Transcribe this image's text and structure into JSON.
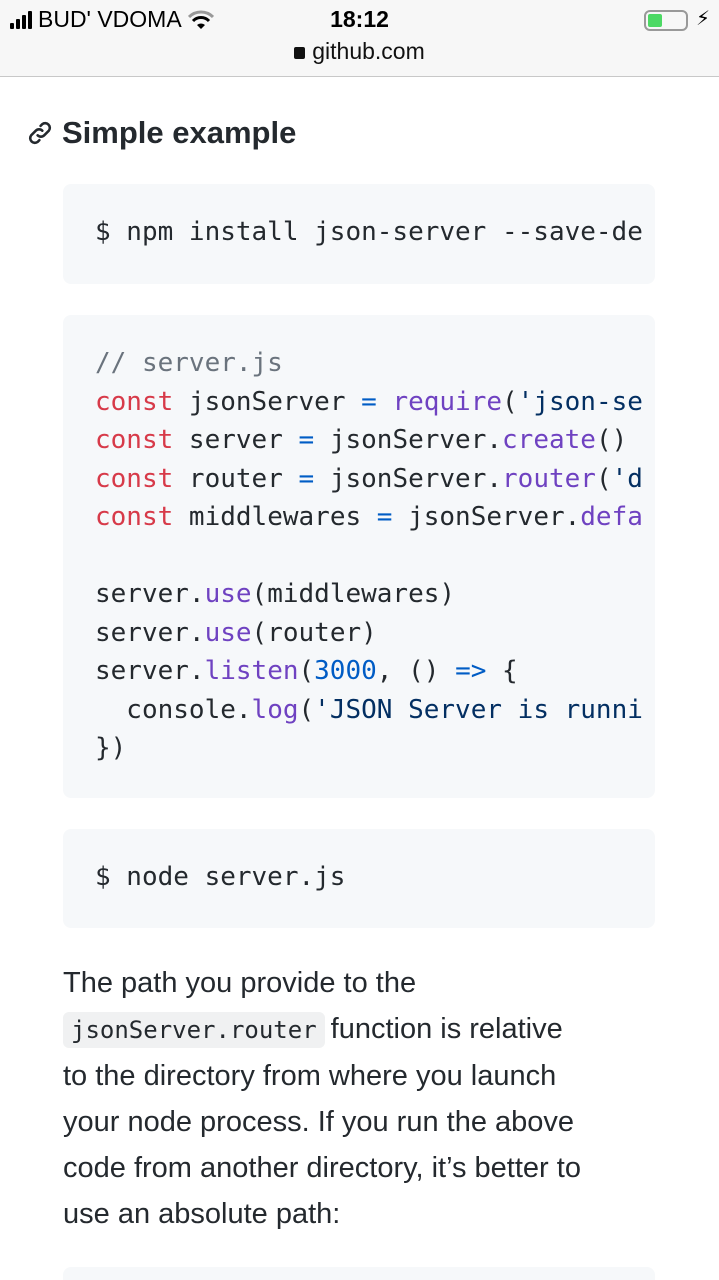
{
  "status_bar": {
    "carrier": "BUD' VDOMA",
    "time": "18:12",
    "url": "github.com",
    "colors": {
      "battery": "#4cd964"
    }
  },
  "heading": {
    "icon": "link-icon",
    "title": "Simple example"
  },
  "code_blocks": [
    {
      "lines": [
        [
          {
            "t": "$ npm install json-server --save-de",
            "c": "p"
          }
        ]
      ]
    },
    {
      "lines": [
        [
          {
            "t": "// server.js",
            "c": "c"
          }
        ],
        [
          {
            "t": "const",
            "c": "k"
          },
          {
            "t": " jsonServer ",
            "c": "p"
          },
          {
            "t": "=",
            "c": "n"
          },
          {
            "t": " ",
            "c": "p"
          },
          {
            "t": "require",
            "c": "f"
          },
          {
            "t": "(",
            "c": "p"
          },
          {
            "t": "'json-se",
            "c": "s"
          }
        ],
        [
          {
            "t": "const",
            "c": "k"
          },
          {
            "t": " server ",
            "c": "p"
          },
          {
            "t": "=",
            "c": "n"
          },
          {
            "t": " jsonServer.",
            "c": "p"
          },
          {
            "t": "create",
            "c": "f"
          },
          {
            "t": "()",
            "c": "p"
          }
        ],
        [
          {
            "t": "const",
            "c": "k"
          },
          {
            "t": " router ",
            "c": "p"
          },
          {
            "t": "=",
            "c": "n"
          },
          {
            "t": " jsonServer.",
            "c": "p"
          },
          {
            "t": "router",
            "c": "f"
          },
          {
            "t": "(",
            "c": "p"
          },
          {
            "t": "'d",
            "c": "s"
          }
        ],
        [
          {
            "t": "const",
            "c": "k"
          },
          {
            "t": " middlewares ",
            "c": "p"
          },
          {
            "t": "=",
            "c": "n"
          },
          {
            "t": " jsonServer.",
            "c": "p"
          },
          {
            "t": "defa",
            "c": "f"
          }
        ],
        [
          {
            "t": "",
            "c": "p"
          }
        ],
        [
          {
            "t": "server.",
            "c": "p"
          },
          {
            "t": "use",
            "c": "f"
          },
          {
            "t": "(middlewares)",
            "c": "p"
          }
        ],
        [
          {
            "t": "server.",
            "c": "p"
          },
          {
            "t": "use",
            "c": "f"
          },
          {
            "t": "(router)",
            "c": "p"
          }
        ],
        [
          {
            "t": "server.",
            "c": "p"
          },
          {
            "t": "listen",
            "c": "f"
          },
          {
            "t": "(",
            "c": "p"
          },
          {
            "t": "3000",
            "c": "n"
          },
          {
            "t": ", () ",
            "c": "p"
          },
          {
            "t": "=>",
            "c": "n"
          },
          {
            "t": " {",
            "c": "p"
          }
        ],
        [
          {
            "t": "  console.",
            "c": "p"
          },
          {
            "t": "log",
            "c": "f"
          },
          {
            "t": "(",
            "c": "p"
          },
          {
            "t": "'JSON Server is runni",
            "c": "s"
          }
        ],
        [
          {
            "t": "})",
            "c": "p"
          }
        ]
      ]
    },
    {
      "lines": [
        [
          {
            "t": "$ node server.js",
            "c": "p"
          }
        ]
      ]
    }
  ],
  "paragraph": {
    "line1": "The path you provide to the",
    "code": "jsonServer.router",
    "line2": "function is relative",
    "line3": "to the directory from where you launch",
    "line4": "your node process. If you run the above",
    "line5": "code from another directory, it’s better to",
    "line6": "use an absolute path:"
  }
}
